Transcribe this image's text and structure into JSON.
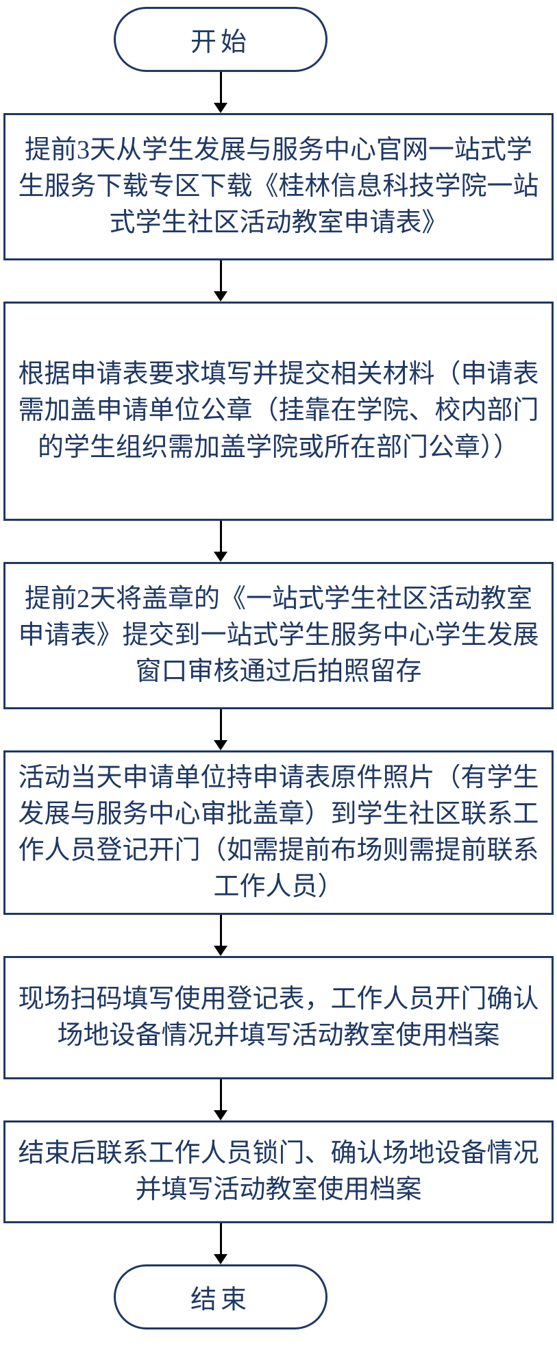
{
  "diagram": {
    "type": "flowchart",
    "orientation": "vertical",
    "colors": {
      "node_border": "#1f3864",
      "node_text": "#1f3864",
      "arrow": "#000000",
      "background": "#ffffff"
    },
    "nodes": [
      {
        "id": "start",
        "type": "terminator",
        "label": "开始"
      },
      {
        "id": "step1",
        "type": "process",
        "label": "提前3天从学生发展与服务中心官网一站式学生服务下载专区下载《桂林信息科技学院一站式学生社区活动教室申请表》"
      },
      {
        "id": "step2",
        "type": "process",
        "label": "根据申请表要求填写并提交相关材料（申请表需加盖申请单位公章（挂靠在学院、校内部门的学生组织需加盖学院或所在部门公章））"
      },
      {
        "id": "step3",
        "type": "process",
        "label": "提前2天将盖章的《一站式学生社区活动教室申请表》提交到一站式学生服务中心学生发展窗口审核通过后拍照留存"
      },
      {
        "id": "step4",
        "type": "process",
        "label": "活动当天申请单位持申请表原件照片（有学生发展与服务中心审批盖章）到学生社区联系工作人员登记开门（如需提前布场则需提前联系工作人员）"
      },
      {
        "id": "step5",
        "type": "process",
        "label": "现场扫码填写使用登记表，工作人员开门确认场地设备情况并填写活动教室使用档案"
      },
      {
        "id": "step6",
        "type": "process",
        "label": "结束后联系工作人员锁门、确认场地设备情况并填写活动教室使用档案"
      },
      {
        "id": "end",
        "type": "terminator",
        "label": "结束"
      }
    ],
    "edges": [
      {
        "from": "start",
        "to": "step1"
      },
      {
        "from": "step1",
        "to": "step2"
      },
      {
        "from": "step2",
        "to": "step3"
      },
      {
        "from": "step3",
        "to": "step4"
      },
      {
        "from": "step4",
        "to": "step5"
      },
      {
        "from": "step5",
        "to": "step6"
      },
      {
        "from": "step6",
        "to": "end"
      }
    ]
  }
}
